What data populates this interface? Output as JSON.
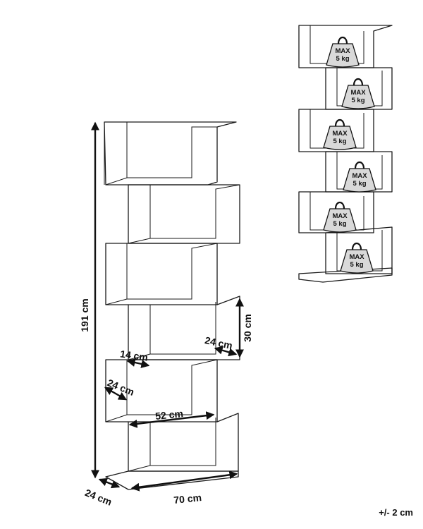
{
  "dimensions": {
    "height": "191 cm",
    "width": "70 cm",
    "depth_bottom": "24 cm",
    "shelf_height": "30 cm",
    "shelf_depth_right": "24 cm",
    "side_width": "14 cm",
    "shelf_depth_left": "24 cm",
    "inner_width": "52 cm"
  },
  "weights": [
    {
      "line1": "MAX",
      "line2": "5 kg"
    },
    {
      "line1": "MAX",
      "line2": "5 kg"
    },
    {
      "line1": "MAX",
      "line2": "5 kg"
    },
    {
      "line1": "MAX",
      "line2": "5 kg"
    },
    {
      "line1": "MAX",
      "line2": "5 kg"
    },
    {
      "line1": "MAX",
      "line2": "5 kg"
    }
  ],
  "tolerance": "+/- 2 cm"
}
